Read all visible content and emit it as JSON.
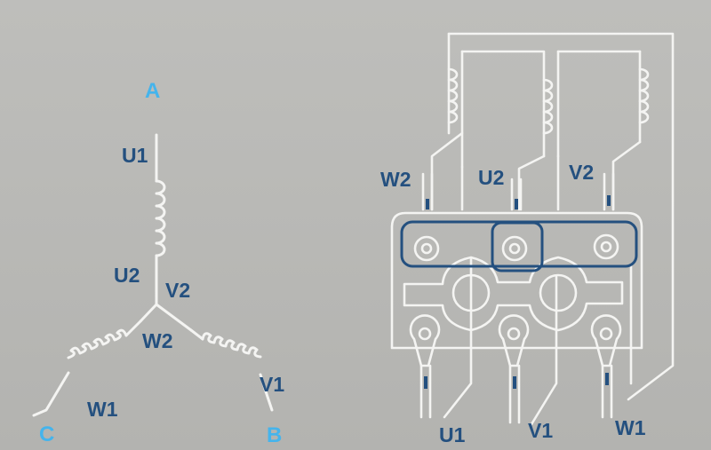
{
  "colors": {
    "background": "#b9b9b6",
    "wire": "#f4f4f2",
    "winding_label": "#24507f",
    "node_label": "#45b4ec",
    "link": "#24507f"
  },
  "star_diagram": {
    "nodes": {
      "a": "A",
      "b": "B",
      "c": "C"
    },
    "labels": {
      "u1": "U1",
      "u2": "U2",
      "v1": "V1",
      "v2": "V2",
      "w1": "W1",
      "w2": "W2"
    }
  },
  "terminal_box": {
    "top_labels": [
      "W2",
      "U2",
      "V2"
    ],
    "bottom_labels": [
      "U1",
      "V1",
      "W1"
    ]
  }
}
